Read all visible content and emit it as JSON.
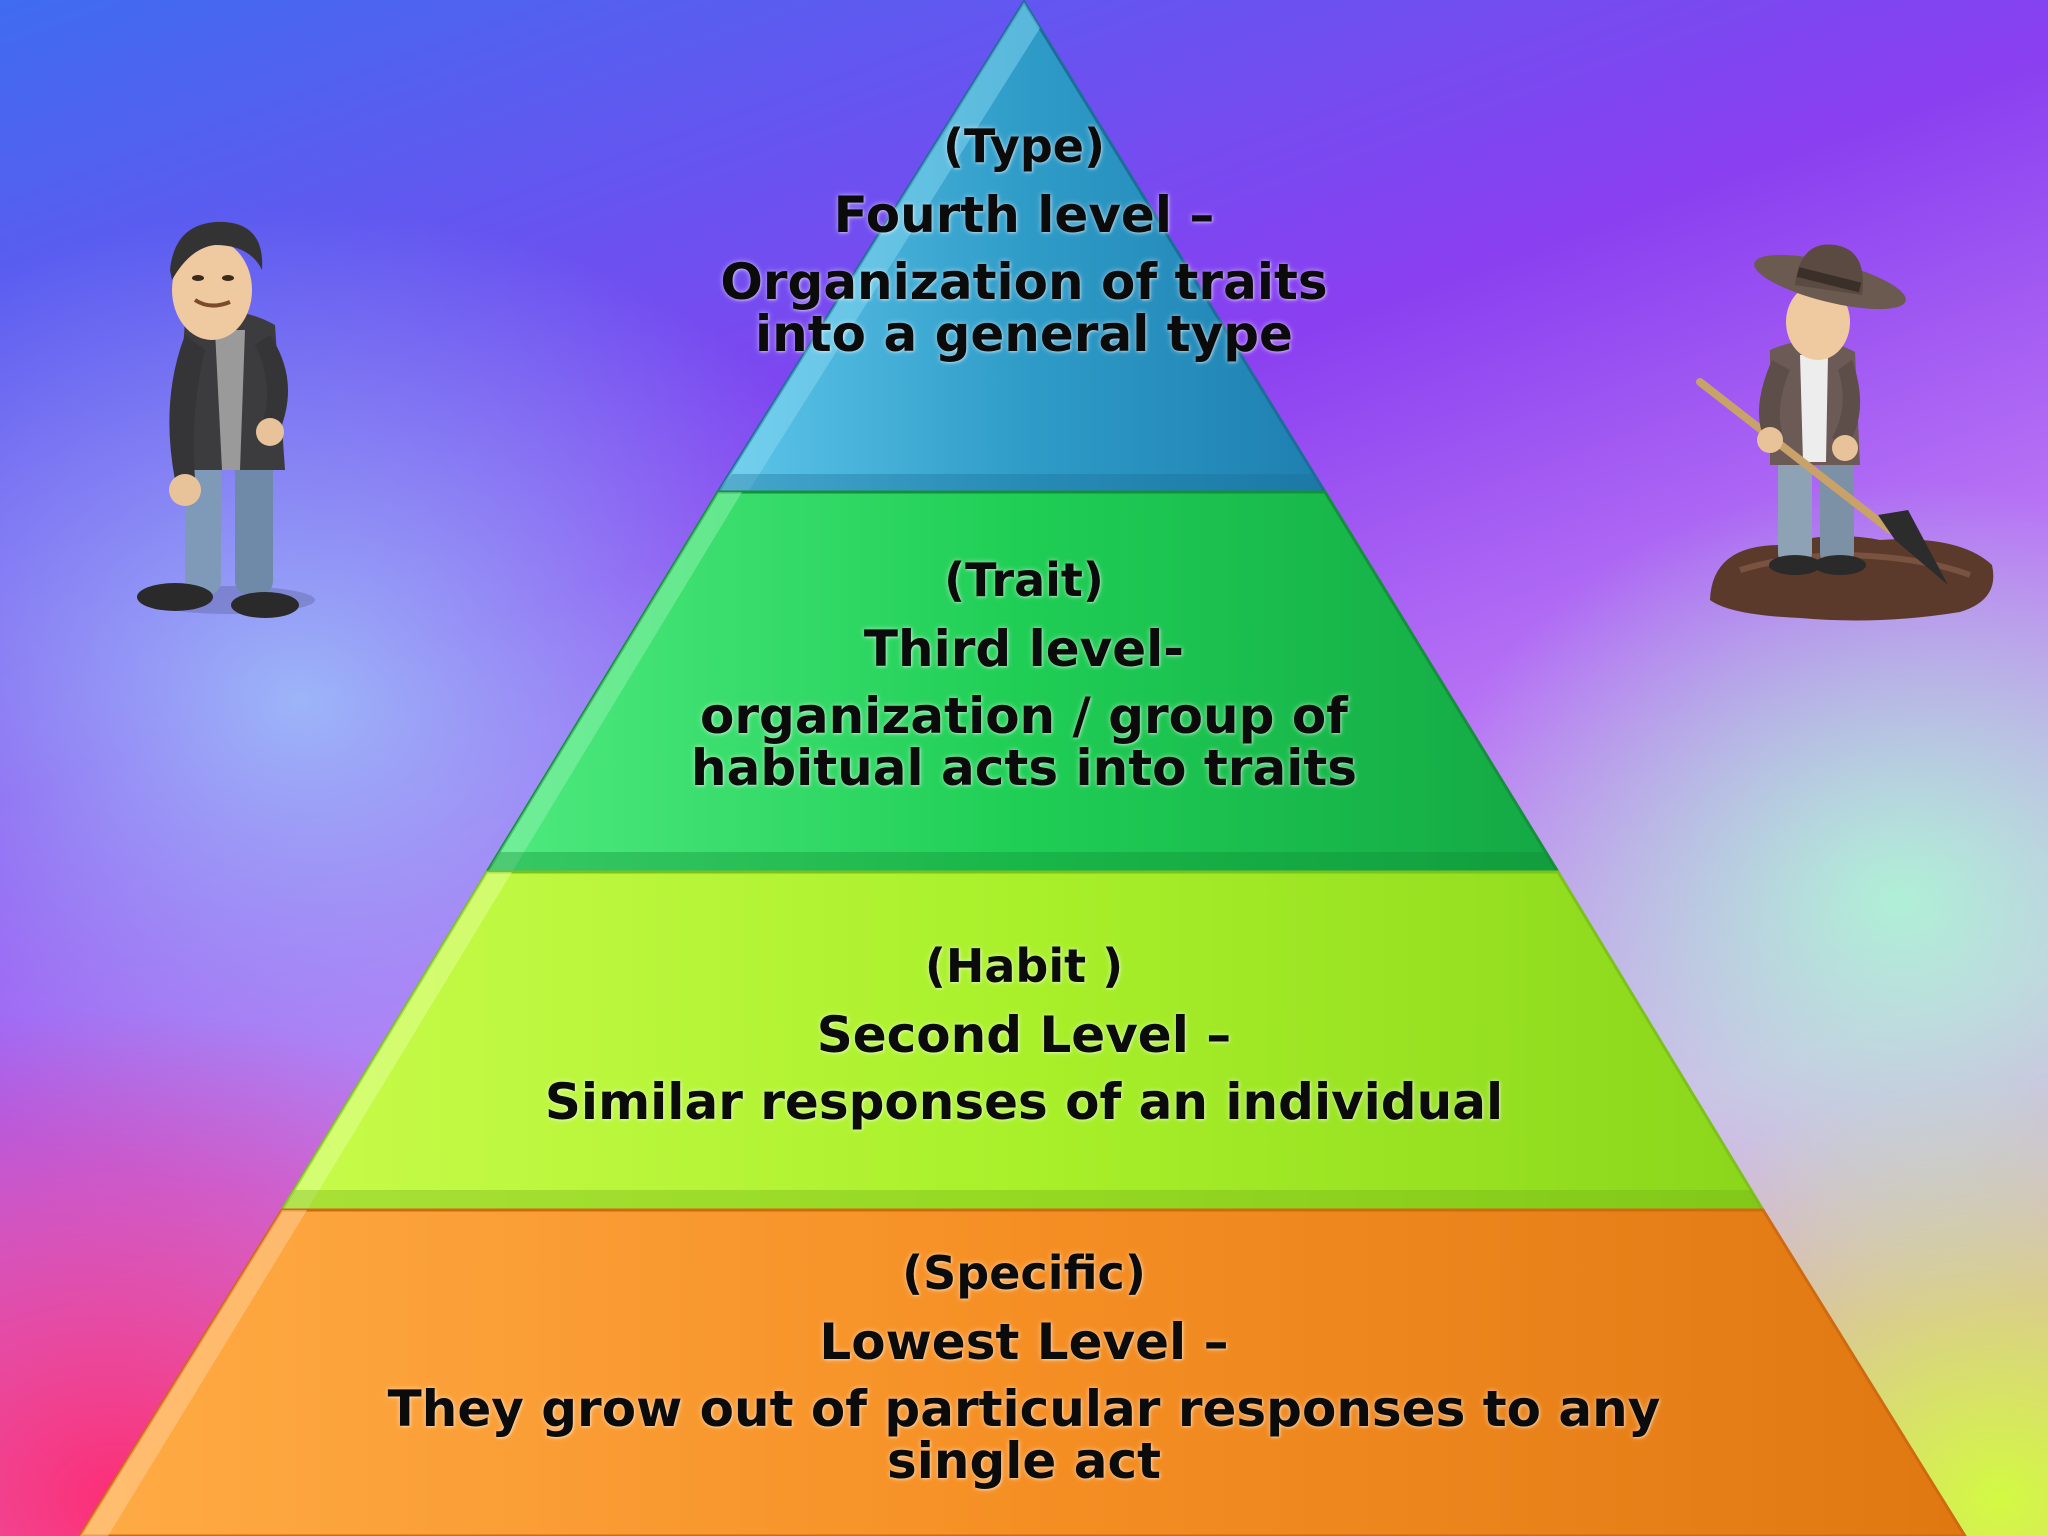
{
  "colors": {
    "type_tier": "#2f9cc8",
    "trait_tier": "#1fce55",
    "habit_tier": "#a9f02a",
    "specific_tier": "#f58f24"
  },
  "figures": {
    "left": "walking-cartoon-man-icon",
    "right": "digging-cowboy-cartoon-icon"
  },
  "pyramid": {
    "type": {
      "tag": "(Type)",
      "level": "Fourth level –",
      "description": "Organization of traits into a general type"
    },
    "trait": {
      "tag": "(Trait)",
      "level": "Third level-",
      "description": "organization / group of habitual acts into traits"
    },
    "habit": {
      "tag": "(Habit )",
      "level": "Second Level –",
      "description": "Similar responses of an individual"
    },
    "specific": {
      "tag": "(Specific)",
      "level": "Lowest Level –",
      "description": "They grow out of particular responses to any single act"
    }
  }
}
